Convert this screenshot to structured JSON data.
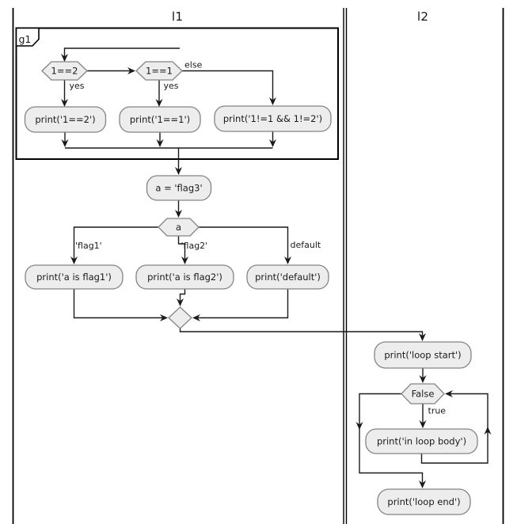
{
  "diagram": {
    "lanes": [
      {
        "title": "l1"
      },
      {
        "title": "l2"
      }
    ],
    "group": {
      "label": "g1"
    },
    "nodes": {
      "cond1": {
        "type": "decision",
        "label": "1==2"
      },
      "cond2": {
        "type": "decision",
        "label": "1==1"
      },
      "print_eq2": {
        "type": "process",
        "label": "print('1==2')"
      },
      "print_eq1": {
        "type": "process",
        "label": "print('1==1')"
      },
      "print_neq": {
        "type": "process",
        "label": "print('1!=1 && 1!=2')"
      },
      "assign": {
        "type": "process",
        "label": "a = 'flag3'"
      },
      "switch": {
        "type": "decision",
        "label": "a"
      },
      "print_flag1": {
        "type": "process",
        "label": "print('a is flag1')"
      },
      "print_flag2": {
        "type": "process",
        "label": "print('a is flag2')"
      },
      "print_default": {
        "type": "process",
        "label": "print('default')"
      },
      "merge": {
        "type": "merge-diamond",
        "label": ""
      },
      "loop_start": {
        "type": "process",
        "label": "print('loop start')"
      },
      "loop_cond": {
        "type": "decision",
        "label": "False"
      },
      "loop_body": {
        "type": "process",
        "label": "print('in loop body')"
      },
      "loop_end": {
        "type": "process",
        "label": "print('loop end')"
      }
    },
    "edge_labels": {
      "cond1_yes": "yes",
      "cond2_yes": "yes",
      "cond2_else": "else",
      "case_flag1": "'flag1'",
      "case_flag2": "'flag2'",
      "case_default": "default",
      "loop_true": "true"
    },
    "colors": {
      "node_fill": "#ededed",
      "node_border": "#848484",
      "edge": "#1a1a1a",
      "frame": "#000000",
      "background": "#ffffff"
    }
  }
}
